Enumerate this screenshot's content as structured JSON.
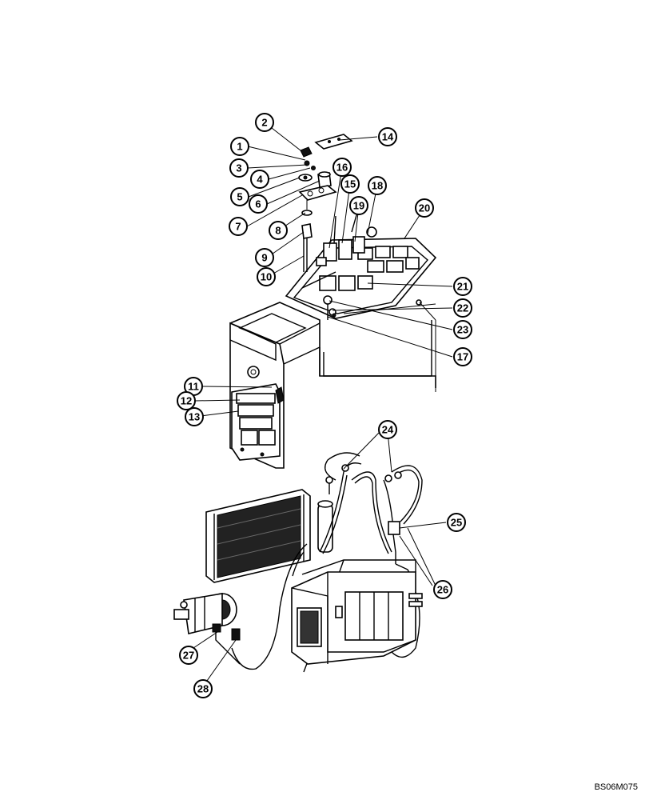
{
  "drawing": {
    "reference": "BS06M075",
    "callouts": [
      "1",
      "2",
      "3",
      "4",
      "5",
      "6",
      "7",
      "8",
      "9",
      "10",
      "11",
      "12",
      "13",
      "14",
      "15",
      "16",
      "17",
      "18",
      "19",
      "20",
      "21",
      "22",
      "23",
      "24",
      "25",
      "26",
      "27",
      "28"
    ]
  }
}
